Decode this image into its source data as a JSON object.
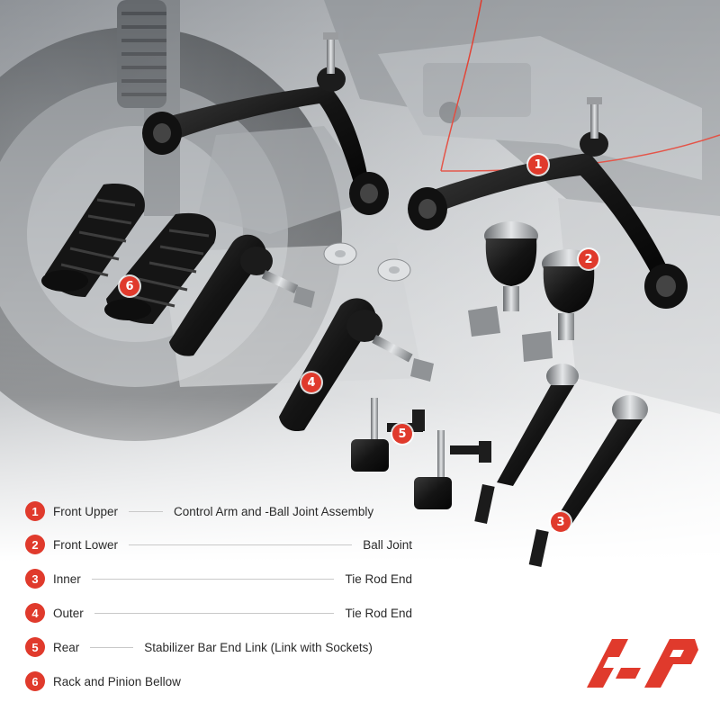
{
  "colors": {
    "accent": "#e03a2c",
    "text": "#2a2a2a",
    "rule": "#c9c9c9",
    "part_black": "#1a1a1a",
    "background_grey": "#b9bcbf"
  },
  "callouts": [
    "1",
    "2",
    "3",
    "4",
    "5",
    "6"
  ],
  "legend": [
    {
      "num": "1",
      "label": "Front Upper",
      "desc": "Control Arm and -Ball Joint Assembly"
    },
    {
      "num": "2",
      "label": "Front Lower",
      "desc": "Ball Joint"
    },
    {
      "num": "3",
      "label": "Inner",
      "desc": "Tie Rod End"
    },
    {
      "num": "4",
      "label": "Outer",
      "desc": "Tie Rod End"
    },
    {
      "num": "5",
      "label": "Rear",
      "desc": "Stabilizer Bar End Link (Link with Sockets)"
    },
    {
      "num": "6",
      "label": "Rack and Pinion Bellow",
      "desc": ""
    }
  ],
  "logo": {
    "icon": "brand-logo-icon"
  }
}
